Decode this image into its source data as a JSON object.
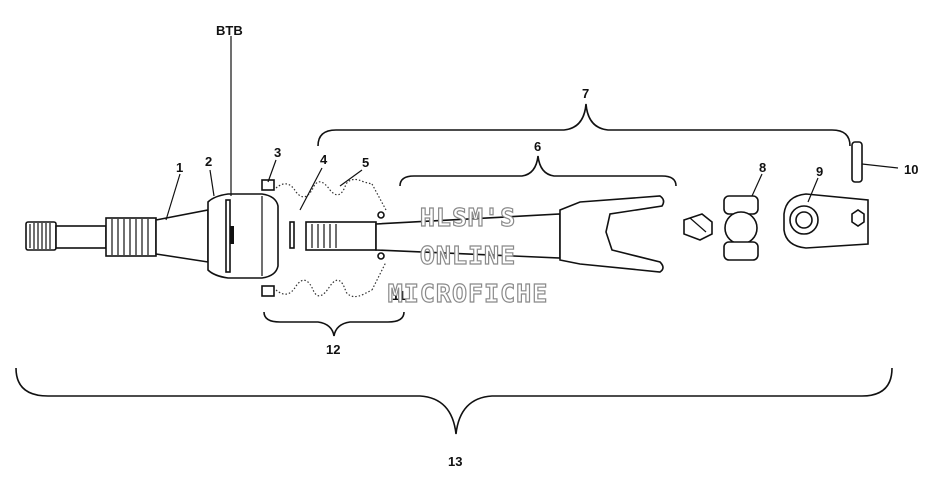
{
  "diagram": {
    "reference_label": "BTB",
    "callouts": [
      {
        "id": "c1",
        "text": "1"
      },
      {
        "id": "c2",
        "text": "2"
      },
      {
        "id": "c3",
        "text": "3"
      },
      {
        "id": "c4",
        "text": "4"
      },
      {
        "id": "c5",
        "text": "5"
      },
      {
        "id": "c6",
        "text": "6"
      },
      {
        "id": "c7",
        "text": "7"
      },
      {
        "id": "c8",
        "text": "8"
      },
      {
        "id": "c9",
        "text": "9"
      },
      {
        "id": "c10",
        "text": "10"
      },
      {
        "id": "c11",
        "text": "11"
      },
      {
        "id": "c12",
        "text": "12"
      },
      {
        "id": "c13",
        "text": "13"
      }
    ],
    "watermark": {
      "line1": "HLSM'S",
      "line2": "ONLINE",
      "line3": "MICROFICHE"
    }
  }
}
